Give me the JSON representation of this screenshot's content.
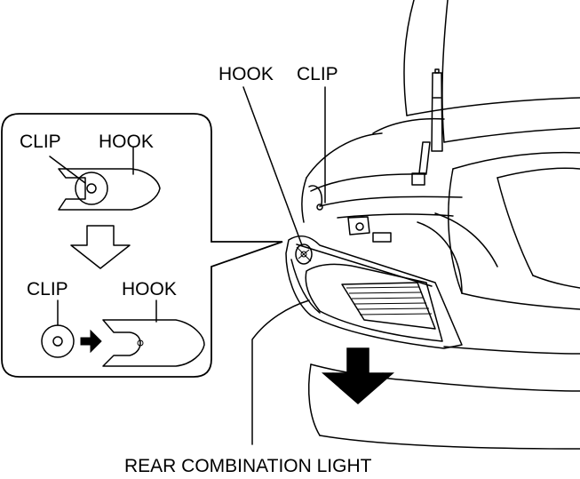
{
  "labels": {
    "hook_main": "HOOK",
    "clip_main": "CLIP",
    "inset_clip_top": "CLIP",
    "inset_hook_top": "HOOK",
    "inset_clip_bottom": "CLIP",
    "inset_hook_bottom": "HOOK",
    "rear_combination_light": "REAR COMBINATION LIGHT"
  }
}
